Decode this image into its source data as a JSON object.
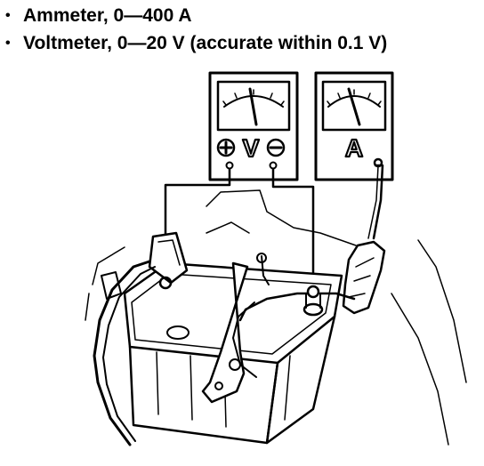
{
  "requirements": [
    {
      "text": "Ammeter, 0—400 A"
    },
    {
      "text": "Voltmeter, 0—20 V (accurate within 0.1 V)"
    }
  ],
  "voltmeter": {
    "plus_symbol": "⊕",
    "label": "V",
    "minus_symbol": "⊖"
  },
  "ammeter": {
    "label": "A"
  },
  "colors": {
    "ink": "#000000",
    "paper": "#ffffff"
  },
  "icons": {
    "bullet": "bullet-dot-icon"
  }
}
